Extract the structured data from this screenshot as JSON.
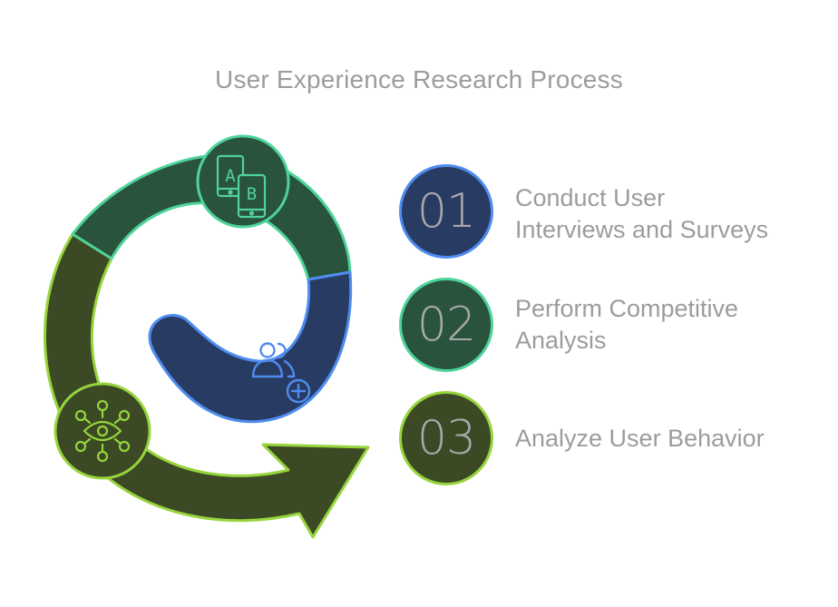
{
  "title": "User Experience Research Process",
  "steps": [
    {
      "number": "01",
      "label_line1": "Conduct User",
      "label_line2": "Interviews and Surveys",
      "fill": "#283c63",
      "stroke": "#4f8cf0"
    },
    {
      "number": "02",
      "label_line1": "Perform Competitive",
      "label_line2": "Analysis",
      "fill": "#2a533d",
      "stroke": "#4ed39a"
    },
    {
      "number": "03",
      "label_line1": "Analyze User Behavior",
      "label_line2": "",
      "fill": "#3b4a25",
      "stroke": "#96d43c"
    }
  ],
  "icons": {
    "segment_blue": "add-user-icon",
    "segment_teal": "ab-testing-devices-icon",
    "segment_olive": "eye-network-icon"
  },
  "icon_letters": {
    "a": "A",
    "b": "B"
  }
}
